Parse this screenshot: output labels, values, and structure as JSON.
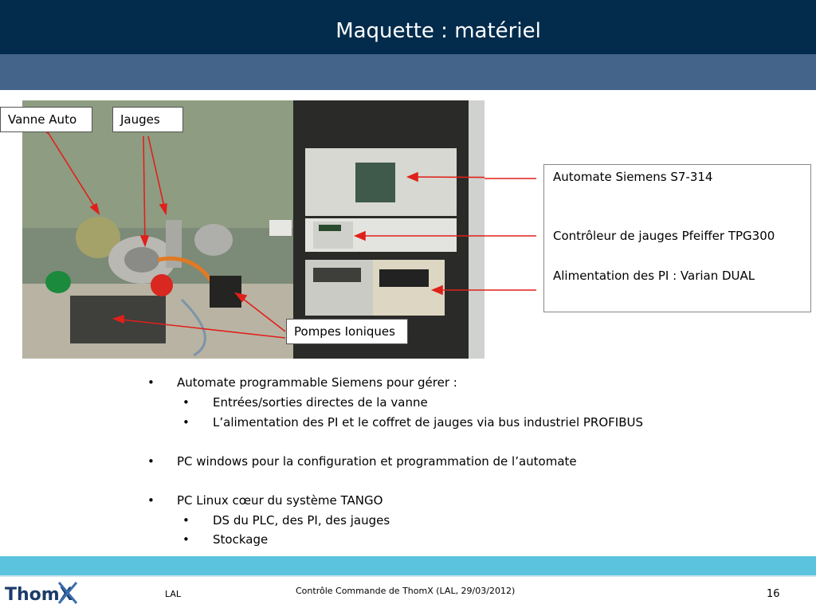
{
  "slide": {
    "title": "Maquette : matériel",
    "labels": {
      "vanne": "Vanne Auto",
      "jauges": "Jauges",
      "pompes": "Pompes Ioniques"
    },
    "info_box": [
      "Automate Siemens S7-314",
      "Contrôleur de jauges Pfeiffer TPG300",
      "Alimentation des PI : Varian DUAL"
    ],
    "bullets": [
      {
        "text": "Automate programmable Siemens pour gérer :",
        "level": 1
      },
      {
        "text": "Entrées/sorties directes de la vanne",
        "level": 2
      },
      {
        "text": "L’alimentation des PI  et le  coffret de jauges via bus industriel PROFIBUS",
        "level": 2
      },
      {
        "text": "PC windows pour la configuration et programmation de l’automate",
        "level": 1
      },
      {
        "text": "PC Linux cœur du système TANGO",
        "level": 1
      },
      {
        "text": "DS du PLC, des PI, des jauges",
        "level": 2
      },
      {
        "text": "Stockage",
        "level": 2
      }
    ],
    "bullet_symbol": "•",
    "footer": {
      "left": "LAL",
      "center": "Contrôle Commande de ThomX (LAL, 29/03/2012)",
      "page": "16",
      "logo_text": "ThomX"
    },
    "colors": {
      "title_bar": "#022b4c",
      "sub_bar": "#44648a",
      "footer_band": "#5bc3de",
      "arrow": "#e0201a"
    }
  }
}
